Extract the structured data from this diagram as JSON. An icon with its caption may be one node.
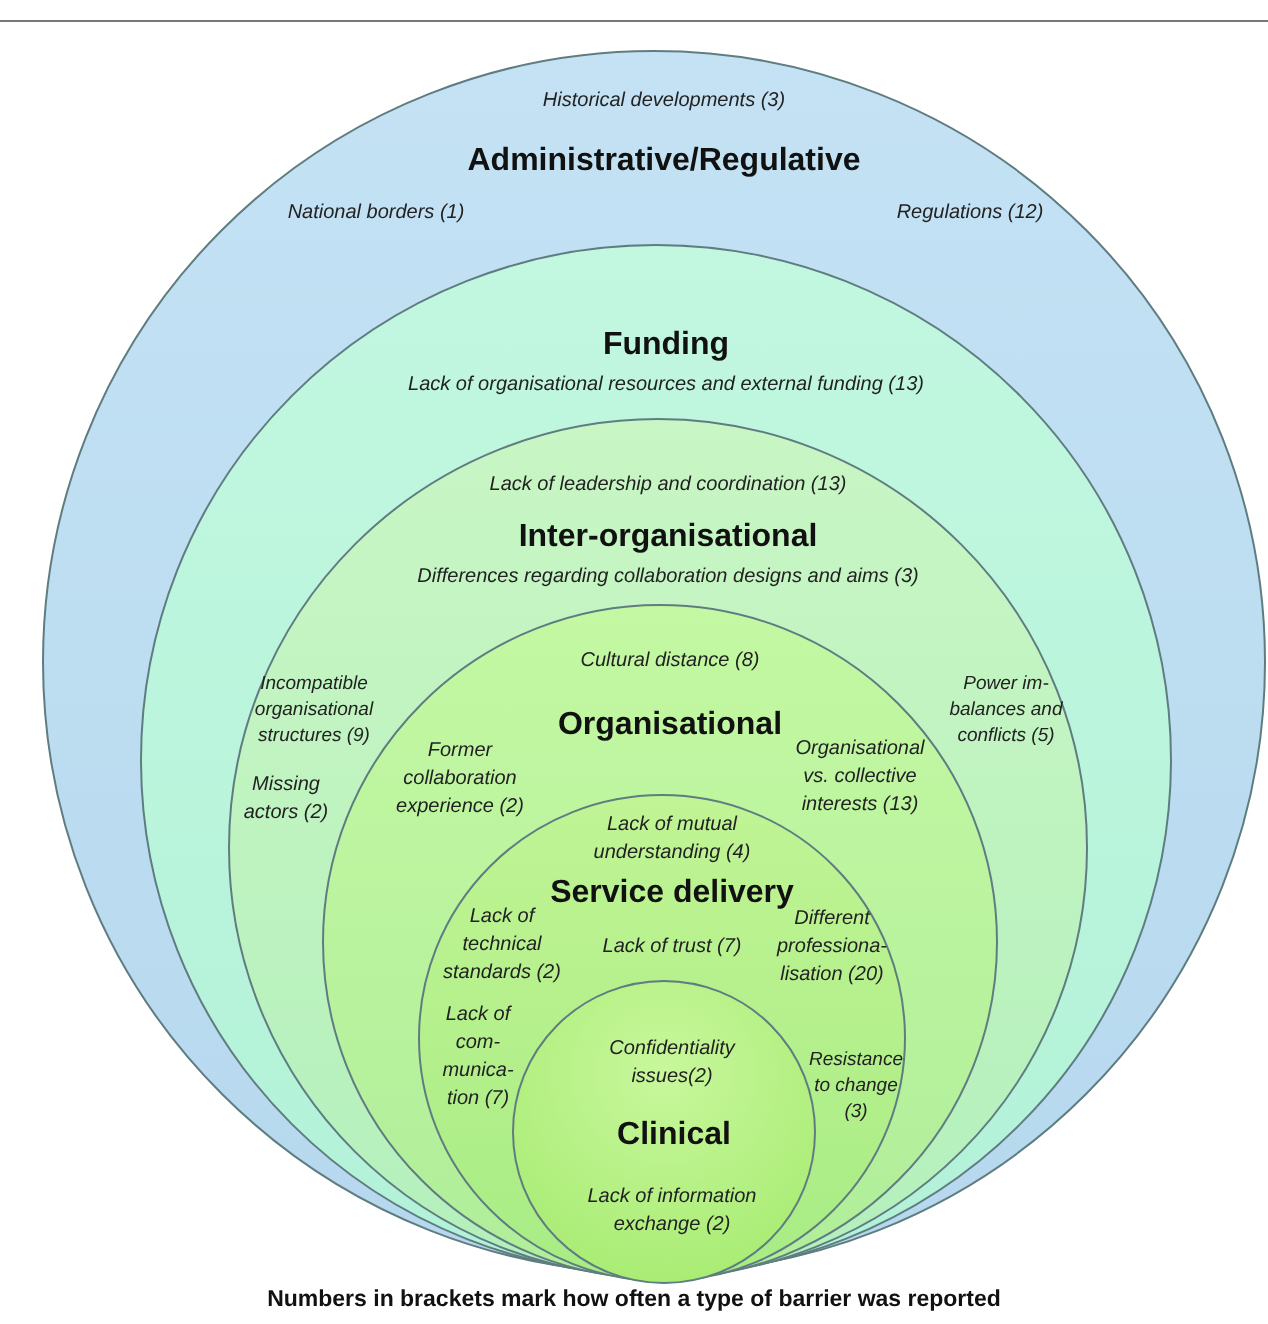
{
  "diagram": {
    "caption": "Numbers in brackets mark how often a type of barrier was reported",
    "nodes": [
      {
        "text": [
          "Historical developments (3)",
          "Administrative/Regulative",
          "National borders (1)",
          "Regulations (12)"
        ]
      },
      {
        "text": [
          "Funding",
          "Lack of organisational resources and external funding (13)"
        ],
        "in": 0
      },
      {
        "text": [
          "Lack of leadership and coordination (13)",
          "Inter-organisational",
          "Differences regarding collaboration designs and aims (3)",
          "Incompatible organisational structures (9)",
          "Power im- balances and conflicts (5)",
          "Missing actors (2)"
        ],
        "in": 1
      },
      {
        "text": [
          "Cultural distance (8)",
          "Organisational",
          "Former collaboration experience (2)",
          "Organisational vs. collective interests (13)"
        ],
        "in": 2
      },
      {
        "text": [
          "Lack of mutual understanding (4)",
          "Service delivery",
          "Lack of technical standards (2)",
          "Lack of trust (7)",
          "Different professiona- lisation (20)",
          "Lack of com- munica- tion (7)",
          "Resistance to change (3)"
        ],
        "in": 3
      },
      {
        "text": [
          "Confidentiality issues(2)",
          "Clinical",
          "Lack of information exchange (2)"
        ],
        "in": 4
      }
    ]
  }
}
